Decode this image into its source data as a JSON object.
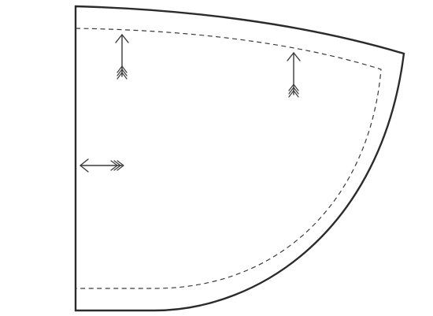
{
  "diagram": {
    "colors": {
      "background": "#ffffff",
      "outline": "#2b2b2b",
      "seam": "#3a3a3a",
      "arrow": "#3a3a3a"
    },
    "shapes": [
      {
        "kind": "pattern-piece-outline",
        "style": "solid"
      },
      {
        "kind": "seam-allowance-line",
        "style": "dashed"
      }
    ],
    "arrows": [
      {
        "kind": "grainline-arrow",
        "direction": "up"
      },
      {
        "kind": "grainline-arrow",
        "direction": "up"
      },
      {
        "kind": "grainline-arrow",
        "direction": "left"
      }
    ]
  }
}
